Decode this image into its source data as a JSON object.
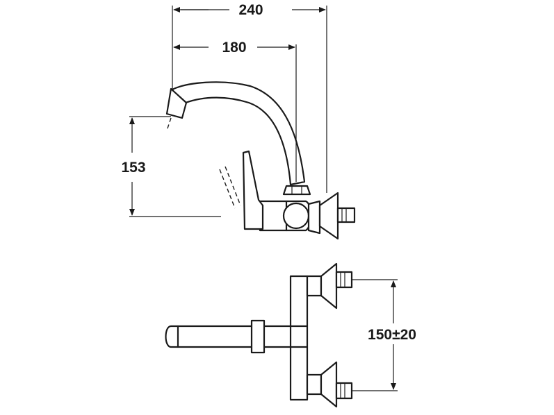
{
  "dimensions": {
    "total_reach": "240",
    "spout_reach": "180",
    "spout_height": "153",
    "inlet_spacing": "150±20"
  }
}
